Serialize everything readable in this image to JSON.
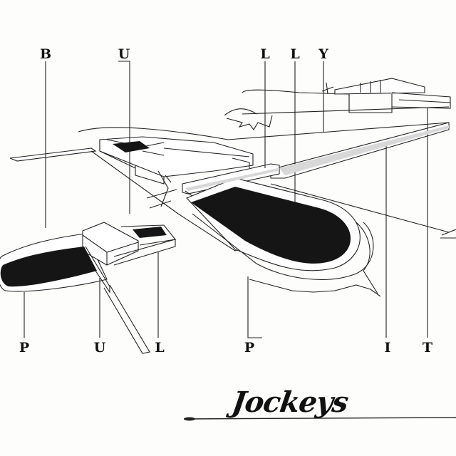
{
  "top_letters": [
    "B",
    "U",
    "L",
    "L",
    "Y"
  ],
  "bottom_letters": [
    "P",
    "U",
    "L",
    "P",
    "I",
    "T"
  ],
  "brand": "Jockeys",
  "colors": {
    "ink": "#111111",
    "paper": "#fdfdfb",
    "water": "#151515",
    "shade": "#d8d8d8"
  }
}
